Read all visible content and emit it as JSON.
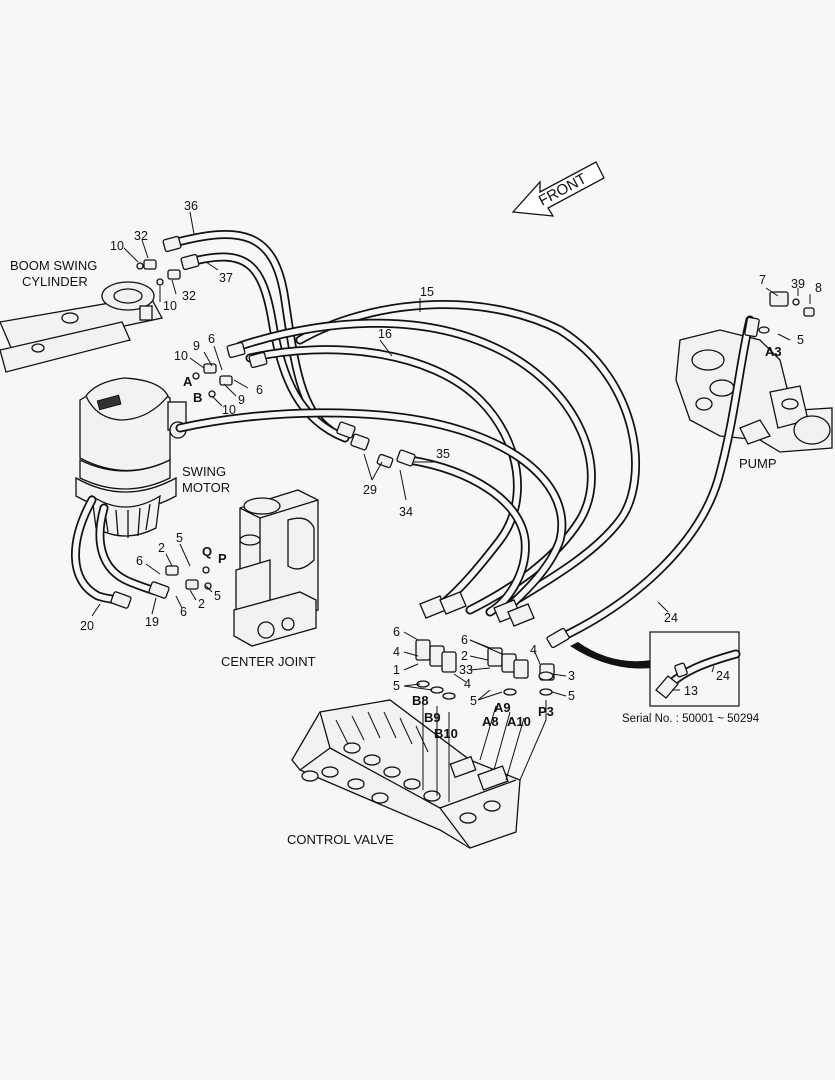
{
  "components": {
    "front": "FRONT",
    "boom_swing_cylinder_l1": "BOOM SWING",
    "boom_swing_cylinder_l2": "CYLINDER",
    "swing_motor_l1": "SWING",
    "swing_motor_l2": "MOTOR",
    "center_joint": "CENTER JOINT",
    "pump": "PUMP",
    "control_valve": "CONTROL VALVE"
  },
  "ports": {
    "A": "A",
    "B": "B",
    "Q": "Q",
    "P": "P",
    "A3": "A3",
    "B8": "B8",
    "B9": "B9",
    "B10": "B10",
    "A8": "A8",
    "A9": "A9",
    "A10": "A10",
    "P3": "P3"
  },
  "callouts": {
    "c36": "36",
    "c32a": "32",
    "c10a": "10",
    "c37": "37",
    "c32b": "32",
    "c10b": "10",
    "c15": "15",
    "c16": "16",
    "c7": "7",
    "c39": "39",
    "c8": "8",
    "c5_pump": "5",
    "c10c": "10",
    "c9a": "9",
    "c6a": "6",
    "c6b": "6",
    "c9b": "9",
    "c10d": "10",
    "c35": "35",
    "c29": "29",
    "c34": "34",
    "c2a": "2",
    "c5a": "5",
    "c6c": "6",
    "c5b": "5",
    "c6d": "6",
    "c2b": "2",
    "c20": "20",
    "c19": "19",
    "c24": "24",
    "c6e": "6",
    "c4a": "4",
    "c1": "1",
    "c5c": "5",
    "c4b": "4",
    "c6f": "6",
    "c2c": "2",
    "c33": "33",
    "c5d": "5",
    "c4c": "4",
    "c3": "3",
    "c5e": "5"
  },
  "inset": {
    "callout_24": "24",
    "callout_13": "13",
    "serial": "Serial No. : 50001 ~ 50294"
  }
}
